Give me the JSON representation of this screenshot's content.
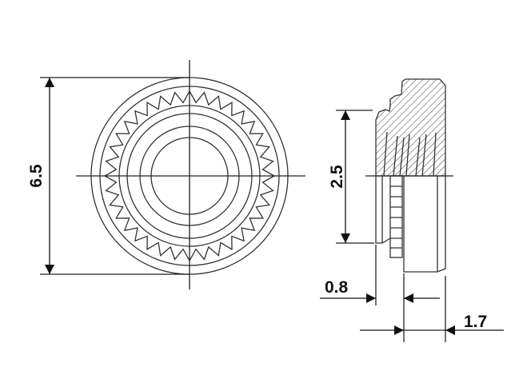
{
  "drawing": {
    "front_view": {
      "diameter_label": "6.5"
    },
    "side_view": {
      "height_label": "2.5",
      "flange_label": "0.8",
      "shank_label": "1.7"
    }
  },
  "colors": {
    "line": "#222222",
    "text": "#111111"
  }
}
